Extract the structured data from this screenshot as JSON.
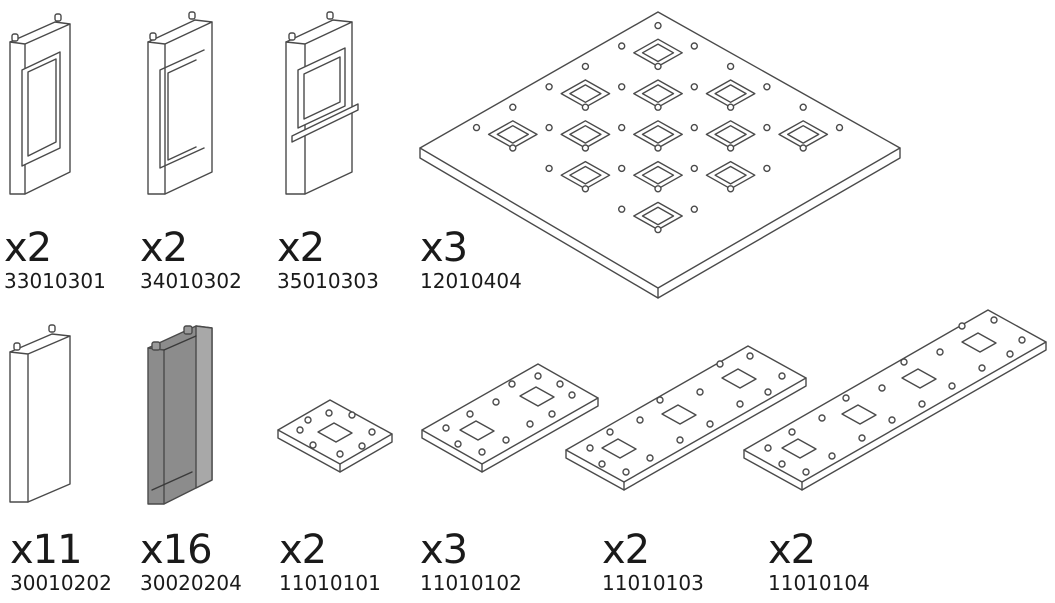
{
  "parts": [
    {
      "id": "p1",
      "icon": "window-frame-icon",
      "quantity": "x2",
      "code": "33010301"
    },
    {
      "id": "p2",
      "icon": "open-frame-icon",
      "quantity": "x2",
      "code": "34010302"
    },
    {
      "id": "p3",
      "icon": "window-wall-panel-icon",
      "quantity": "x2",
      "code": "35010303"
    },
    {
      "id": "p4",
      "icon": "large-baseplate-icon",
      "quantity": "x3",
      "code": "12010404"
    },
    {
      "id": "p5",
      "icon": "blank-wall-panel-icon",
      "quantity": "x11",
      "code": "30010202"
    },
    {
      "id": "p6",
      "icon": "dark-wall-panel-icon",
      "quantity": "x16",
      "code": "30020204"
    },
    {
      "id": "p7",
      "icon": "plate-1-icon",
      "quantity": "x2",
      "code": "11010101"
    },
    {
      "id": "p8",
      "icon": "plate-2-icon",
      "quantity": "x3",
      "code": "11010102"
    },
    {
      "id": "p9",
      "icon": "plate-3-icon",
      "quantity": "x2",
      "code": "11010103"
    },
    {
      "id": "p10",
      "icon": "plate-4-icon",
      "quantity": "x2",
      "code": "11010104"
    }
  ],
  "colors": {
    "line": "#4a4a4a",
    "fill": "#ffffff",
    "dark_panel": "#8c8c8c"
  }
}
